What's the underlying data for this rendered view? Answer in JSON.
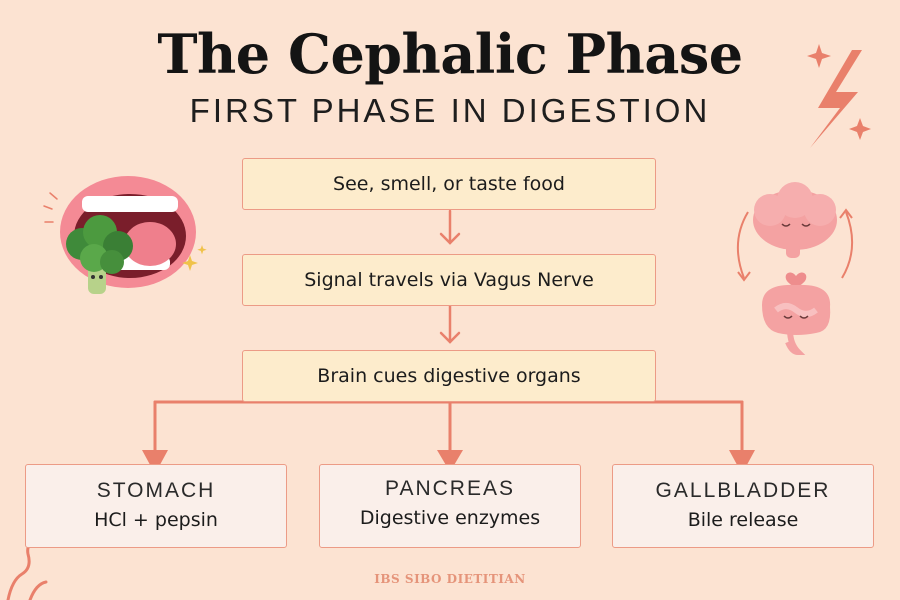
{
  "header": {
    "title": "The Cephalic Phase",
    "subtitle": "FIRST PHASE IN DIGESTION"
  },
  "flow": {
    "steps": [
      {
        "label": "See, smell, or taste food"
      },
      {
        "label": "Signal travels via Vagus Nerve"
      },
      {
        "label": "Brain cues digestive organs"
      }
    ],
    "organs": [
      {
        "name": "STOMACH",
        "desc": "HCl + pepsin"
      },
      {
        "name": "PANCREAS",
        "desc": "Digestive enzymes"
      },
      {
        "name": "GALLBLADDER",
        "desc": "Bile release"
      }
    ]
  },
  "footer": {
    "logo": "IBS SIBO DIETITIAN"
  },
  "colors": {
    "background": "#fce3d2",
    "step_fill": "#fdeccc",
    "organ_fill": "#faefea",
    "accent": "#e9806b",
    "border": "#ec9b86"
  },
  "icons": [
    "mouth-broccoli-icon",
    "brain-gut-icon",
    "lightning-icon",
    "sparkle-icon",
    "squiggle-icon"
  ]
}
